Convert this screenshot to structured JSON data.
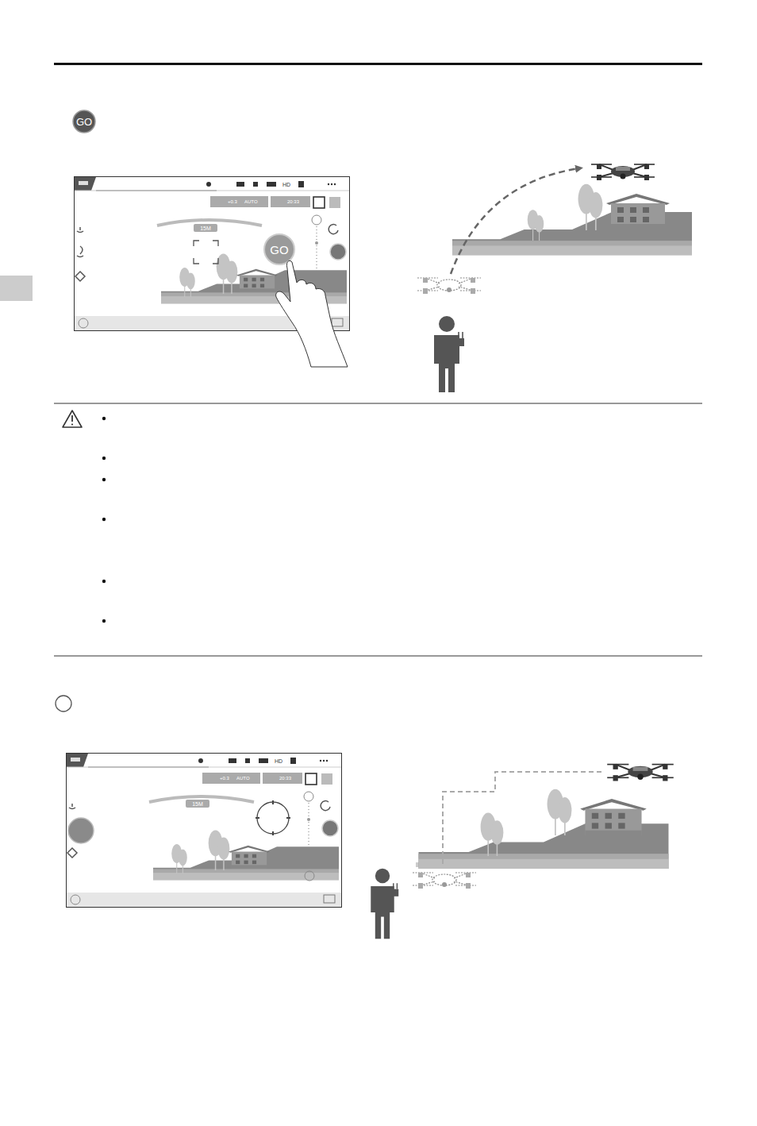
{
  "diagram": {
    "nodes": [
      {
        "text": [
          "GO"
        ]
      },
      {
        "text": [
          "GO"
        ]
      }
    ],
    "labels": [
      "15M",
      "+0.3",
      "AUTO",
      "20:33",
      "HD",
      "15M",
      "+0.3",
      "AUTO",
      "20:33",
      "HD"
    ]
  }
}
